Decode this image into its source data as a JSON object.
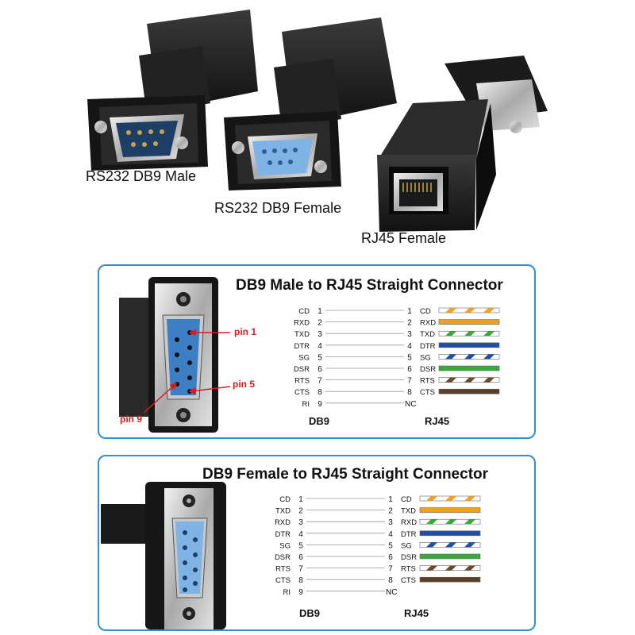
{
  "products": [
    {
      "label": "RS232 DB9 Male"
    },
    {
      "label": "RS232 DB9 Female"
    },
    {
      "label": "RJ45 Female"
    }
  ],
  "panels": [
    {
      "title": "DB9 Male to RJ45 Straight Connector",
      "pin_callouts": [
        "pin 1",
        "pin 5",
        "pin 9"
      ],
      "db9_column_label": "DB9",
      "rj45_column_label": "RJ45",
      "rows": [
        {
          "db9_signal": "CD",
          "db9_pin": "1",
          "rj45_pin": "1",
          "rj45_signal": "CD"
        },
        {
          "db9_signal": "RXD",
          "db9_pin": "2",
          "rj45_pin": "2",
          "rj45_signal": "RXD"
        },
        {
          "db9_signal": "TXD",
          "db9_pin": "3",
          "rj45_pin": "3",
          "rj45_signal": "TXD"
        },
        {
          "db9_signal": "DTR",
          "db9_pin": "4",
          "rj45_pin": "4",
          "rj45_signal": "DTR"
        },
        {
          "db9_signal": "SG",
          "db9_pin": "5",
          "rj45_pin": "5",
          "rj45_signal": "SG"
        },
        {
          "db9_signal": "DSR",
          "db9_pin": "6",
          "rj45_pin": "6",
          "rj45_signal": "DSR"
        },
        {
          "db9_signal": "RTS",
          "db9_pin": "7",
          "rj45_pin": "7",
          "rj45_signal": "RTS"
        },
        {
          "db9_signal": "CTS",
          "db9_pin": "8",
          "rj45_pin": "8",
          "rj45_signal": "CTS"
        },
        {
          "db9_signal": "RI",
          "db9_pin": "9",
          "rj45_pin": "NC",
          "rj45_signal": ""
        }
      ]
    },
    {
      "title": "DB9 Female to RJ45 Straight Connector",
      "db9_column_label": "DB9",
      "rj45_column_label": "RJ45",
      "rows": [
        {
          "db9_signal": "CD",
          "db9_pin": "1",
          "rj45_pin": "1",
          "rj45_signal": "CD"
        },
        {
          "db9_signal": "TXD",
          "db9_pin": "2",
          "rj45_pin": "2",
          "rj45_signal": "TXD"
        },
        {
          "db9_signal": "RXD",
          "db9_pin": "3",
          "rj45_pin": "3",
          "rj45_signal": "RXD"
        },
        {
          "db9_signal": "DTR",
          "db9_pin": "4",
          "rj45_pin": "4",
          "rj45_signal": "DTR"
        },
        {
          "db9_signal": "SG",
          "db9_pin": "5",
          "rj45_pin": "5",
          "rj45_signal": "SG"
        },
        {
          "db9_signal": "DSR",
          "db9_pin": "6",
          "rj45_pin": "6",
          "rj45_signal": "DSR"
        },
        {
          "db9_signal": "RTS",
          "db9_pin": "7",
          "rj45_pin": "7",
          "rj45_signal": "RTS"
        },
        {
          "db9_signal": "CTS",
          "db9_pin": "8",
          "rj45_pin": "8",
          "rj45_signal": "CTS"
        },
        {
          "db9_signal": "RI",
          "db9_pin": "9",
          "rj45_pin": "NC",
          "rj45_signal": ""
        }
      ]
    }
  ],
  "wire_colors": [
    {
      "base": "#ffffff",
      "stripe": "#f0a020"
    },
    {
      "base": "#f0a020",
      "stripe": "#f0a020"
    },
    {
      "base": "#ffffff",
      "stripe": "#3aa83a"
    },
    {
      "base": "#1f4fa8",
      "stripe": "#1f4fa8"
    },
    {
      "base": "#ffffff",
      "stripe": "#1f4fa8"
    },
    {
      "base": "#3aa83a",
      "stripe": "#3aa83a"
    },
    {
      "base": "#ffffff",
      "stripe": "#6b4a2a"
    },
    {
      "base": "#5a3e28",
      "stripe": "#5a3e28"
    }
  ],
  "colors": {
    "panel_border": "#2e8fd6",
    "callout_red": "#d81c1c",
    "db9_blue": "#3d7fc4",
    "adapter_black": "#1c1c1c"
  }
}
